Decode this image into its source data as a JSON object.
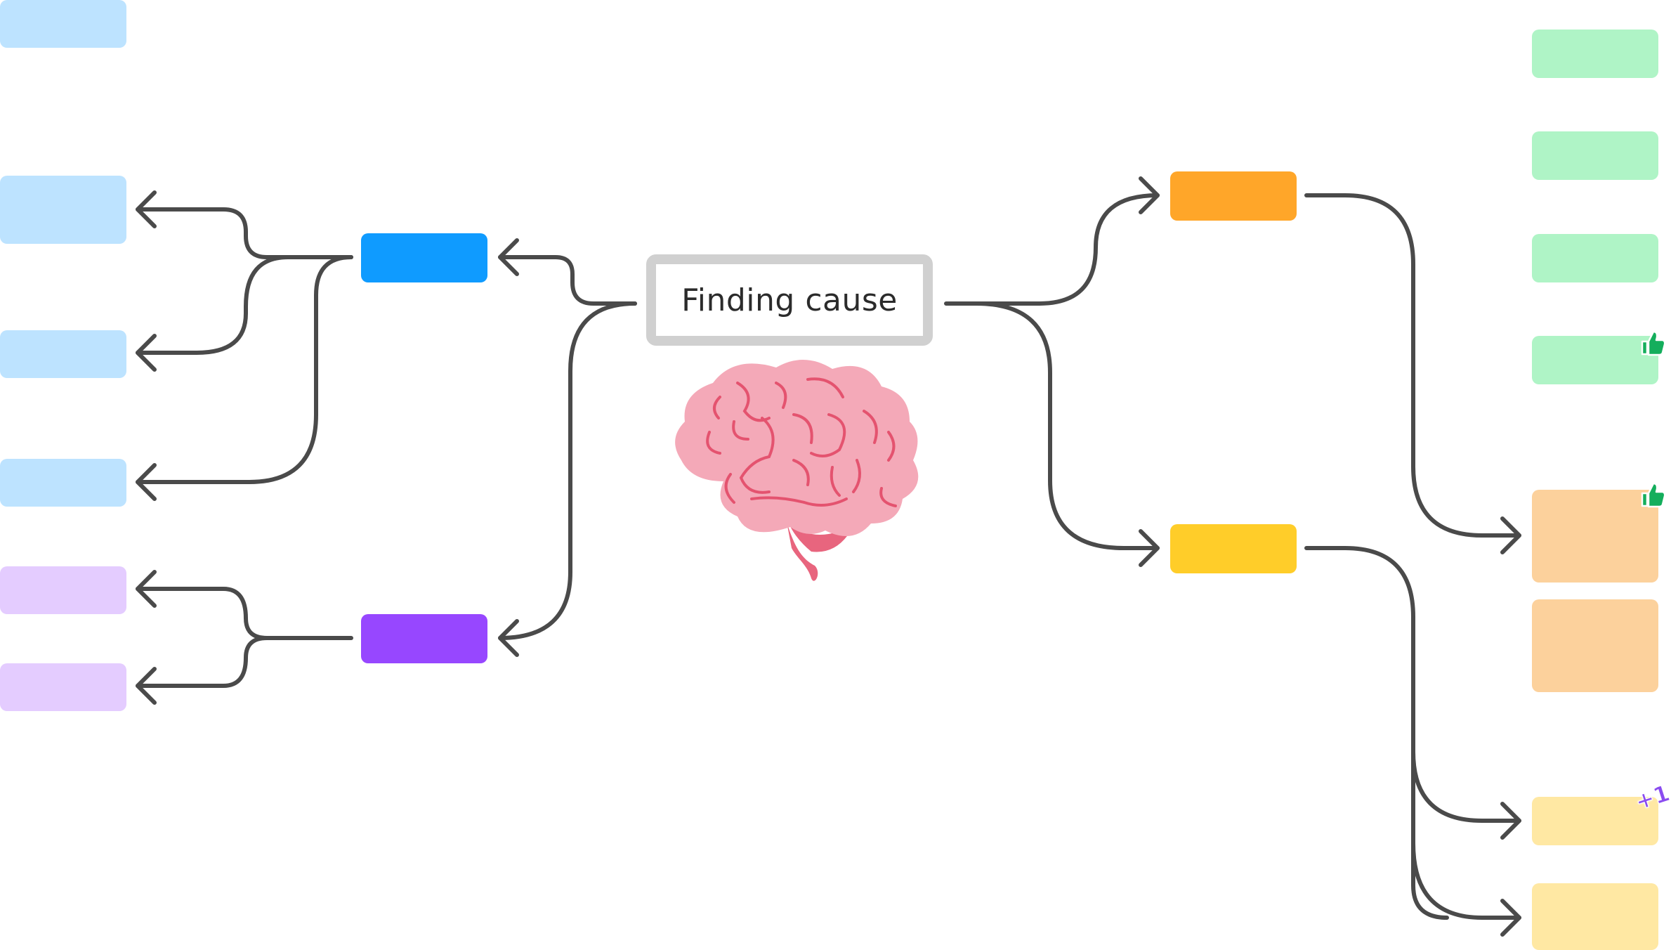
{
  "diagram": {
    "center_label": "Finding cause",
    "center_icon": "brain-icon",
    "sticker_plus_one": "+1",
    "colors": {
      "connector": "#4a4a4a",
      "center_border": "#d0d0d0",
      "blue_branch": "#0f9bff",
      "purple_branch": "#9747ff",
      "orange_branch": "#ffa629",
      "yellow_branch": "#ffcd29",
      "light_blue": "#bde3ff",
      "light_purple": "#e4ccff",
      "light_green": "#aff4c6",
      "light_orange": "#fcd19c",
      "light_yellow": "#ffe8a3",
      "thumbs_up": "#14ae5c",
      "brain_pink": "#f4a9b8",
      "brain_line": "#e4536f"
    },
    "icons": [
      "brain-icon",
      "thumbs-up-icon",
      "plus-one-sticker"
    ]
  }
}
